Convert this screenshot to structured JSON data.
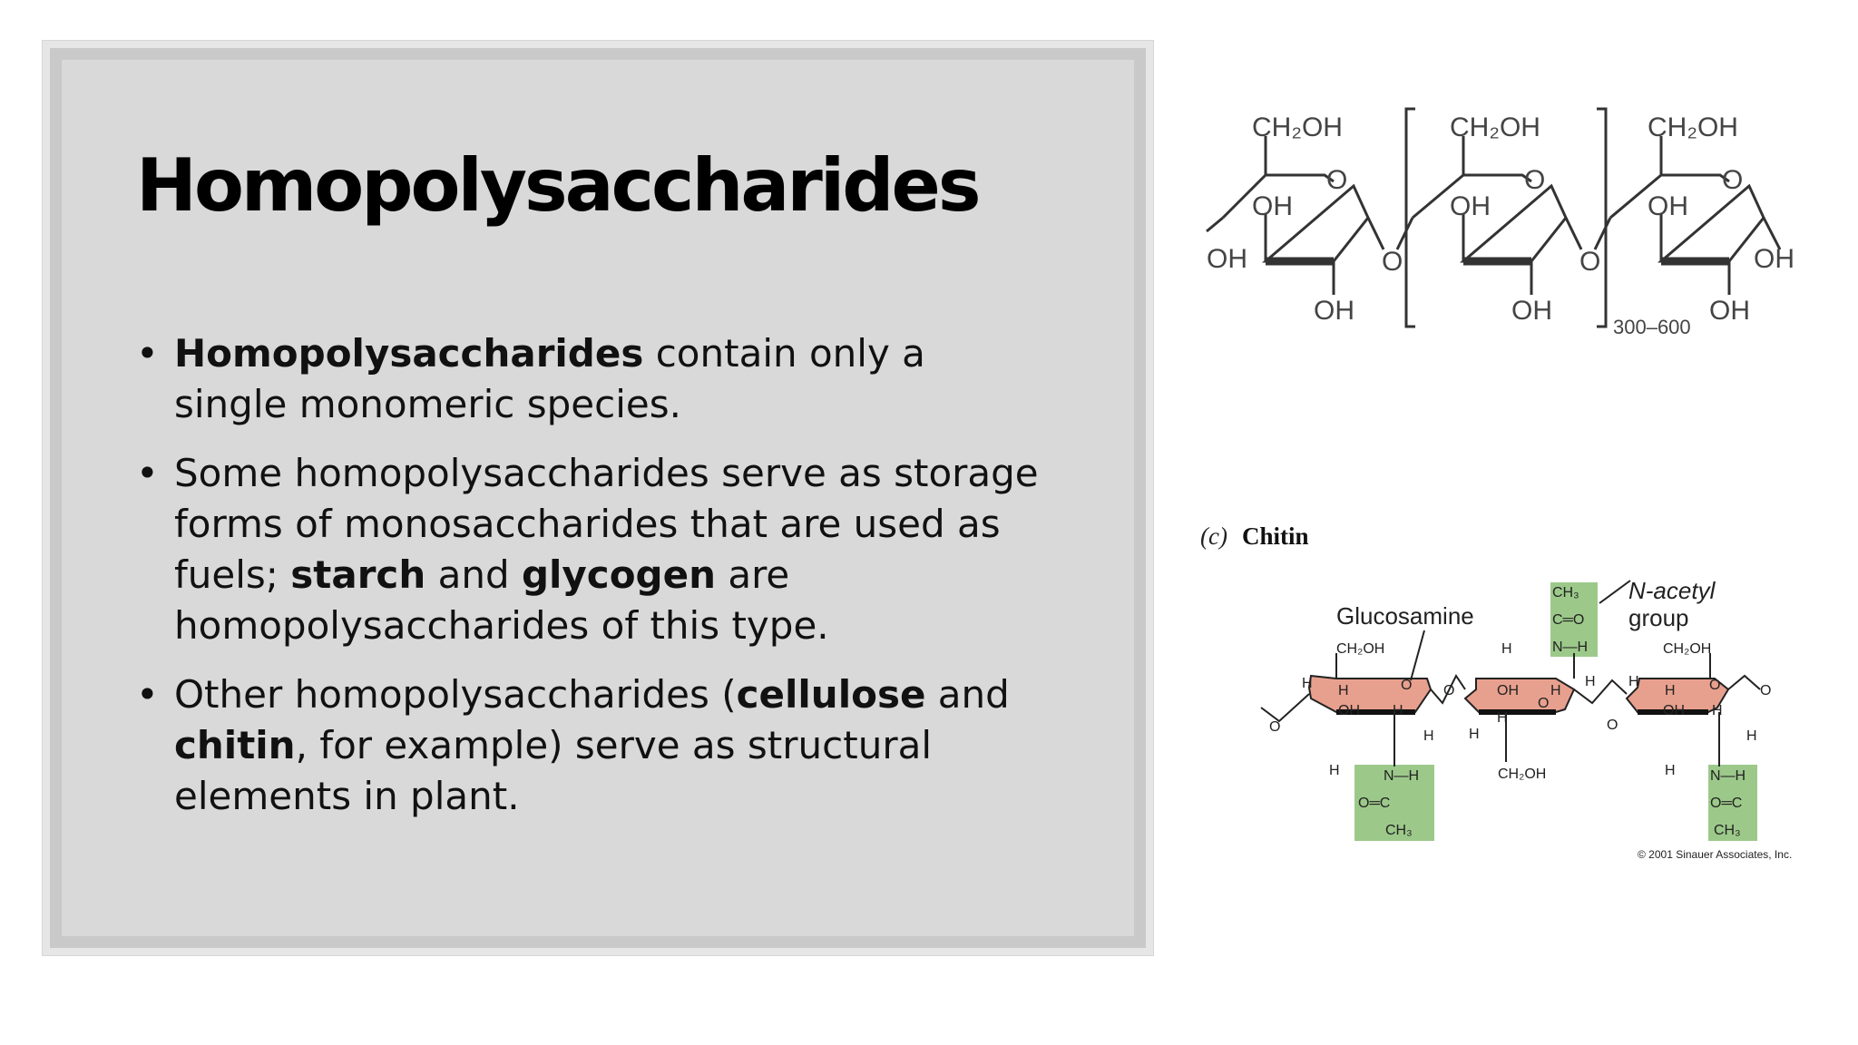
{
  "slide": {
    "title": "Homopolysaccharides",
    "bullets": [
      {
        "segments": [
          {
            "text": "Homopolysaccharides",
            "bold": true
          },
          {
            "text": " contain only a single monomeric species.",
            "bold": false
          }
        ]
      },
      {
        "segments": [
          {
            "text": "Some homopolysaccharides serve as storage forms of monosaccharides that are used as fuels; ",
            "bold": false
          },
          {
            "text": "starch",
            "bold": true
          },
          {
            "text": " and ",
            "bold": false
          },
          {
            "text": "glycogen",
            "bold": true
          },
          {
            "text": " are homopolysaccharides of this type.",
            "bold": false
          }
        ]
      },
      {
        "segments": [
          {
            "text": "Other homopolysaccharides (",
            "bold": false
          },
          {
            "text": "cellulose",
            "bold": true
          },
          {
            "text": " and ",
            "bold": false
          },
          {
            "text": "chitin",
            "bold": true
          },
          {
            "text": ", for example) serve as structural elements in plant.",
            "bold": false
          }
        ]
      }
    ],
    "bullet_char": "•"
  },
  "figure_top": {
    "ch2oh": "CH₂OH",
    "ring_o": "O",
    "oh": "OH",
    "bridge_o": "O",
    "repeat_count": "300–600"
  },
  "figure_chitin": {
    "panel_label": "(c)",
    "title": "Chitin",
    "glucosamine_label": "Glucosamine",
    "n_acetyl_label_1": "N-acetyl",
    "n_acetyl_label_2": "group",
    "ch2oh": "CH₂OH",
    "h": "H",
    "o": "O",
    "oh": "OH",
    "ch3": "CH₃",
    "c_eq_o": "C═O",
    "o_eq_c": "O═C",
    "c": "C",
    "n_h": "N—H",
    "copyright": "© 2001 Sinauer Associates, Inc.",
    "colors": {
      "ring_fill": "#e8a08e",
      "acetyl_fill": "#9cc98a"
    }
  }
}
